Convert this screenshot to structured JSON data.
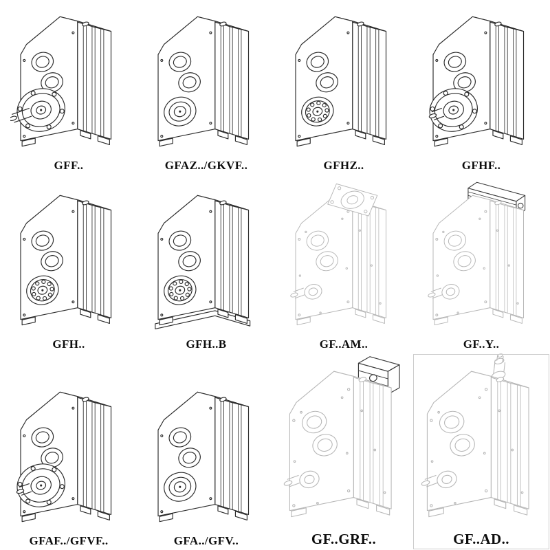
{
  "page": {
    "background": "#ffffff"
  },
  "colors": {
    "line_solid": "#2b2b2b",
    "line_light": "#b6b6b6",
    "line_dark_attachment": "#3a3a3a",
    "label_color": "#0d0d0d",
    "ad_cell_border": "#cccccc"
  },
  "cells": [
    {
      "label": "GFF..",
      "drawing": "gearbox-flange-long-shaft",
      "line_style": "solid",
      "output": "flange",
      "shaft": "long",
      "top": "none"
    },
    {
      "label": "GFAZ../GKVF..",
      "drawing": "gearbox-hollow-shaft",
      "line_style": "solid",
      "output": "hollow",
      "shaft": "none",
      "top": "none"
    },
    {
      "label": "GFHZ..",
      "drawing": "gearbox-shrink-disc",
      "line_style": "solid",
      "output": "bearing",
      "shaft": "none",
      "top": "none"
    },
    {
      "label": "GFHF..",
      "drawing": "gearbox-output-flange",
      "line_style": "solid",
      "output": "flange",
      "shaft": "stub",
      "top": "none"
    },
    {
      "label": "GFH..",
      "drawing": "gearbox-hollow-bearing",
      "line_style": "solid",
      "output": "bearing",
      "shaft": "none",
      "top": "none"
    },
    {
      "label": "GFH..B",
      "drawing": "gearbox-foot-mounted",
      "line_style": "solid",
      "output": "bearing",
      "shaft": "none",
      "top": "none",
      "base": true
    },
    {
      "label": "GF..AM..",
      "drawing": "gearbox-motor-adapter",
      "line_style": "light",
      "output": "hub",
      "shaft": "stub",
      "top": "flange-adapter"
    },
    {
      "label": "GF..Y..",
      "drawing": "gearbox-with-motor",
      "line_style": "light",
      "output": "hub",
      "shaft": "stub",
      "top": "motor"
    },
    {
      "label": "GFAF../GFVF..",
      "drawing": "gearbox-flange-stub",
      "line_style": "solid",
      "output": "flange",
      "shaft": "stub",
      "top": "none"
    },
    {
      "label": "GFA../GFV..",
      "drawing": "gearbox-hollow-shaft",
      "line_style": "solid",
      "output": "hollow",
      "shaft": "none",
      "top": "none"
    },
    {
      "label": "GF..GRF..",
      "drawing": "gearbox-input-adapter",
      "line_style": "light",
      "output": "hub",
      "shaft": "stub",
      "top": "block-adapter",
      "large": true
    },
    {
      "label": "GF..AD..",
      "drawing": "gearbox-input-shaft",
      "line_style": "light",
      "output": "hub",
      "shaft": "stub",
      "top": "input-shaft",
      "large": true,
      "boxed": true
    }
  ]
}
